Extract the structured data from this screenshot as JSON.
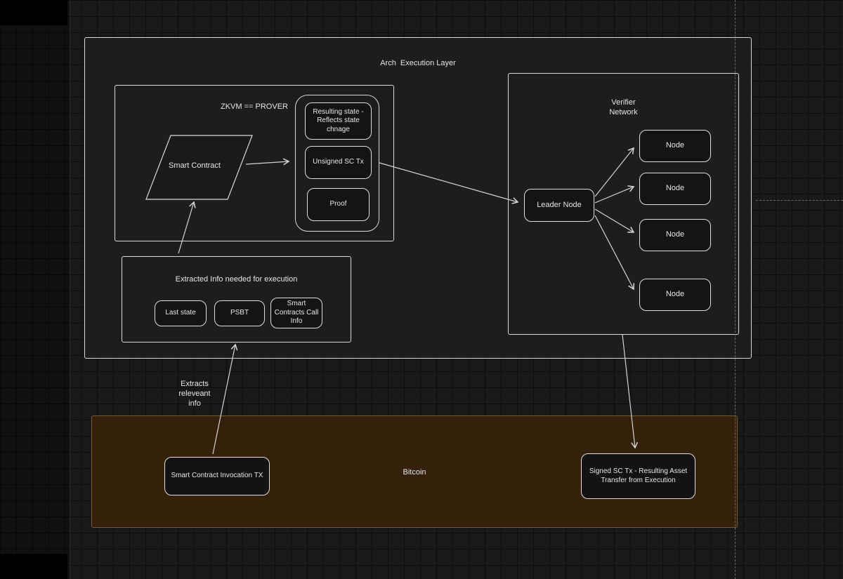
{
  "colors": {
    "canvas_bg": "#191919",
    "grid_line": "#0d0d0d",
    "shape_stroke": "#d9d9d9",
    "shape_fill": "#141414",
    "container_fill": "#1d1d1d",
    "bitcoin_fill": "#33210a",
    "bitcoin_stroke": "#7a5c2b",
    "arrow_color": "#d4d4d4",
    "text_color": "#e6e6e6"
  },
  "diagram": {
    "arch_layer_title": "Arch  Execution Layer",
    "zkvm": {
      "title": "ZKVM == PROVER",
      "smart_contract_label": "Smart Contract",
      "resulting_state_label": "Resulting state - Reflects state chnage",
      "unsigned_tx_label": "Unsigned SC Tx",
      "proof_label": "Proof"
    },
    "verifier": {
      "title": "Verifier Network",
      "leader_label": "Leader Node",
      "nodes": [
        "Node",
        "Node",
        "Node",
        "Node"
      ]
    },
    "extracted_info": {
      "title": "Extracted Info needed for execution",
      "last_state_label": "Last state",
      "psbt_label": "PSBT",
      "sc_call_info_label": "Smart Contracts Call Info"
    },
    "annotations": {
      "extracts_note": "Extracts releveant info"
    },
    "bitcoin": {
      "title": "Bitcoin",
      "invocation_label": "Smart Contract Invocation TX",
      "signed_label": "Signed SC Tx - Resulting Asset Transfer from Execution"
    },
    "connectors": [
      {
        "from": "smart-contract",
        "to": "zkvm-outputs"
      },
      {
        "from": "zkvm-outputs",
        "to": "leader-node"
      },
      {
        "from": "leader-node",
        "to": "node-1"
      },
      {
        "from": "leader-node",
        "to": "node-2"
      },
      {
        "from": "leader-node",
        "to": "node-3"
      },
      {
        "from": "leader-node",
        "to": "node-4"
      },
      {
        "from": "extracted-info",
        "to": "smart-contract"
      },
      {
        "from": "invocation-tx",
        "to": "extracted-info"
      },
      {
        "from": "verifier-network",
        "to": "signed-tx"
      }
    ]
  }
}
